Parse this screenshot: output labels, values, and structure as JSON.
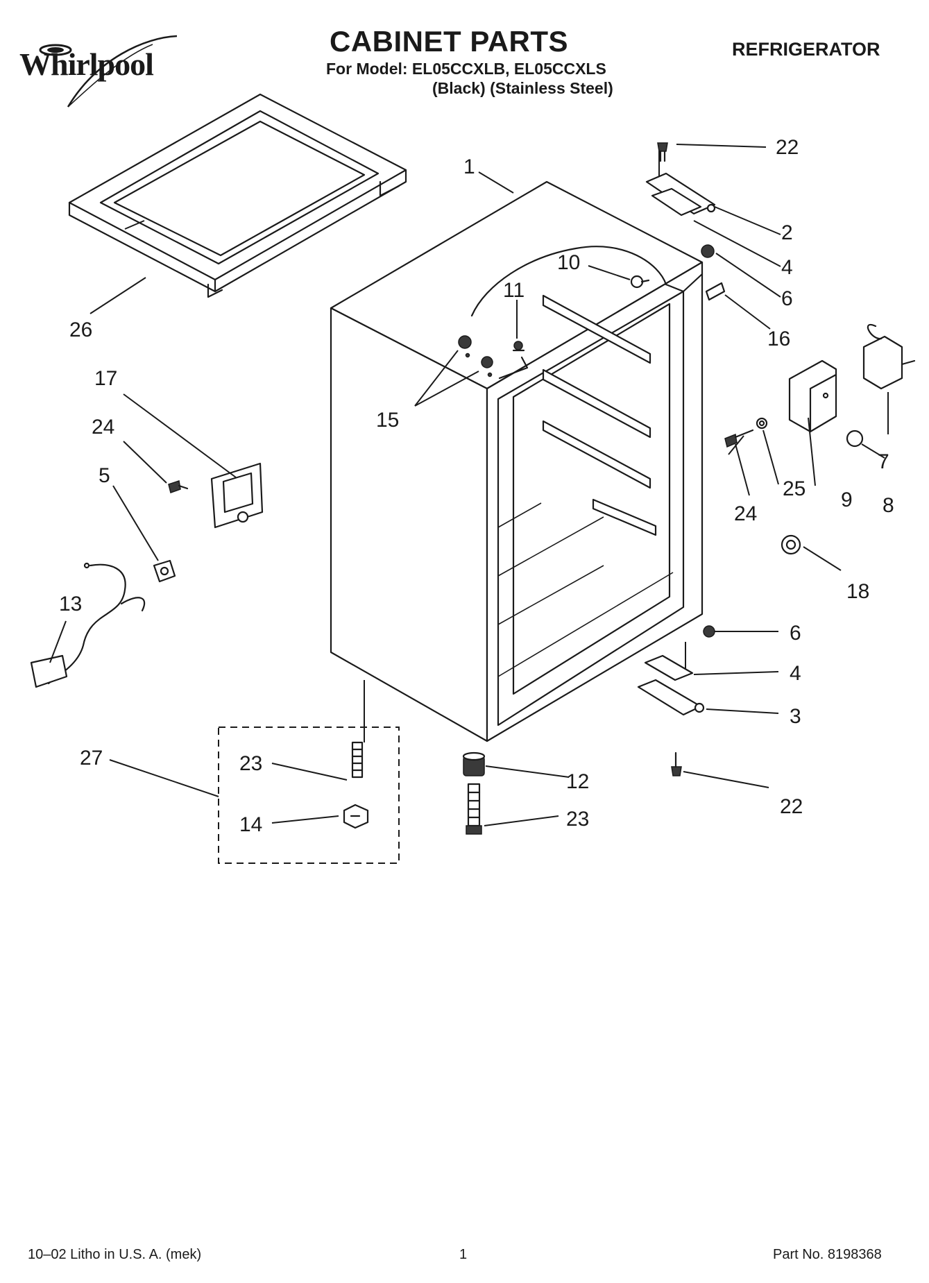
{
  "header": {
    "brand": "Whirlpool",
    "title": "CABINET PARTS",
    "model_line": "For Model: EL05CCXLB, EL05CCXLS",
    "variants": "(Black)   (Stainless Steel)",
    "category": "REFRIGERATOR"
  },
  "callouts": {
    "c1": "1",
    "c2": "2",
    "c3": "3",
    "c4a": "4",
    "c4b": "4",
    "c5": "5",
    "c6a": "6",
    "c6b": "6",
    "c7": "7",
    "c8": "8",
    "c9": "9",
    "c10": "10",
    "c11": "11",
    "c12": "12",
    "c13": "13",
    "c14": "14",
    "c15": "15",
    "c16": "16",
    "c17": "17",
    "c18": "18",
    "c22a": "22",
    "c22b": "22",
    "c23a": "23",
    "c23b": "23",
    "c24a": "24",
    "c24b": "24",
    "c25": "25",
    "c26": "26",
    "c27": "27"
  },
  "footer": {
    "left": "10–02 Litho in U.S. A. (mek)",
    "center": "1",
    "right": "Part No. 8198368"
  }
}
